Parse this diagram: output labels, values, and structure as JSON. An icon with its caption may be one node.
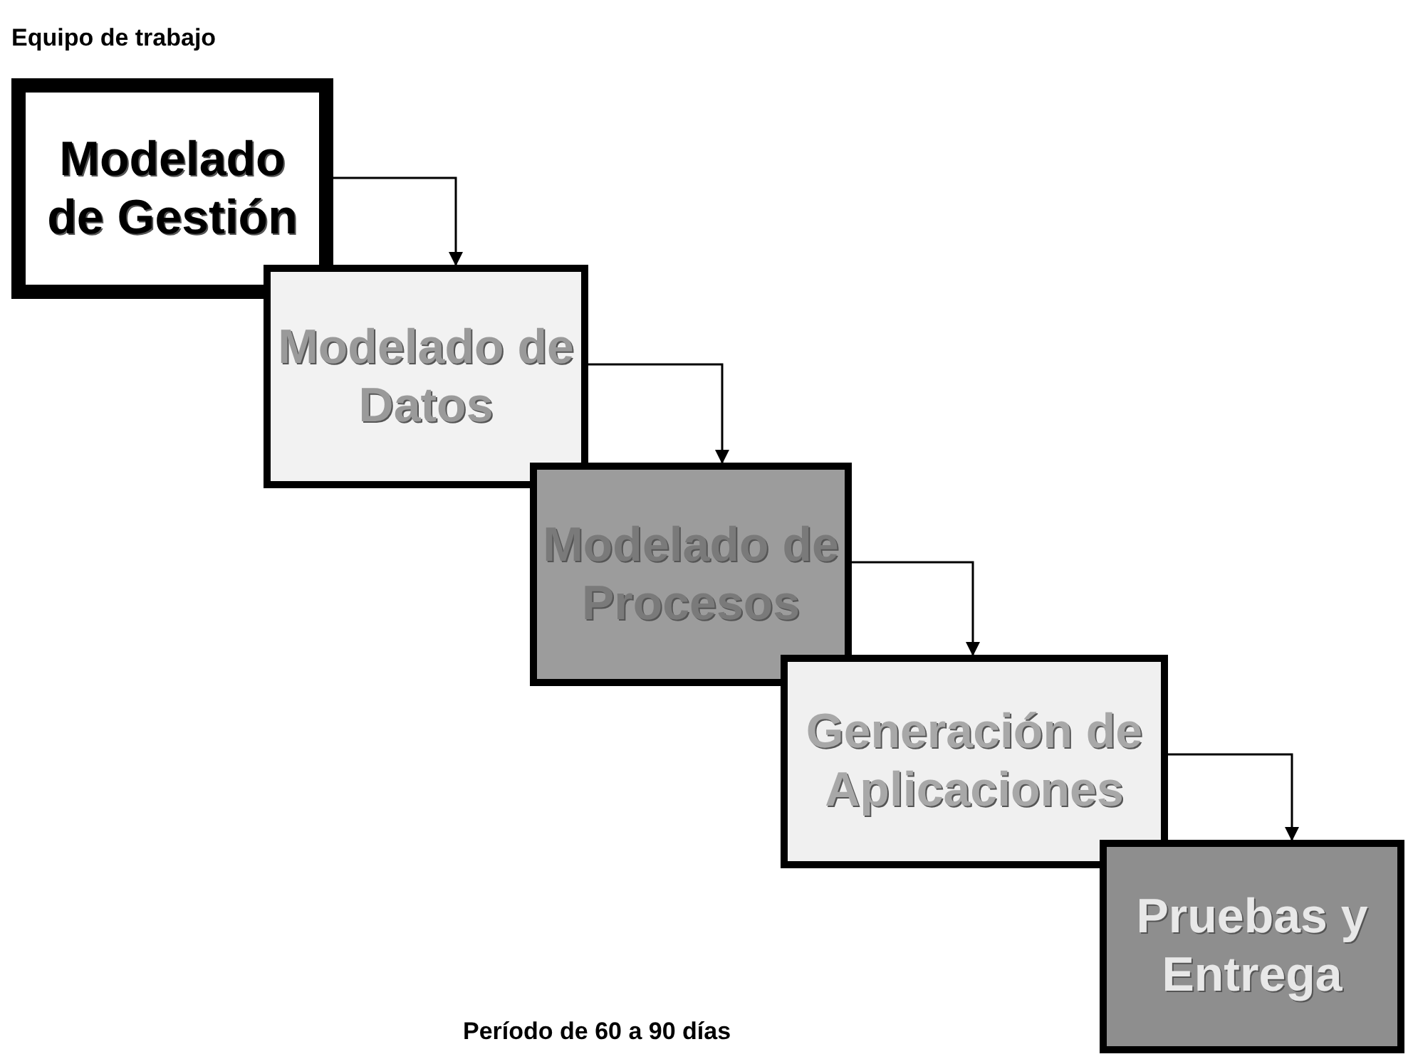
{
  "diagram": {
    "title": "Equipo de trabajo",
    "nodes": [
      {
        "text": [
          "Modelado de Gestión"
        ]
      },
      {
        "text": [
          "Modelado de Datos"
        ]
      },
      {
        "text": [
          "Modelado de Procesos"
        ]
      },
      {
        "text": [
          "Generación de Aplicaciones"
        ]
      },
      {
        "text": [
          "Pruebas y Entrega"
        ]
      }
    ],
    "edges": [
      {
        "from": 0,
        "to": 1,
        "arrow": "to"
      },
      {
        "from": 1,
        "to": 2,
        "arrow": "to"
      },
      {
        "from": 2,
        "to": 3,
        "arrow": "to"
      },
      {
        "from": 3,
        "to": 4,
        "arrow": "to"
      }
    ],
    "caption": "Período de 60 a 90 días"
  }
}
